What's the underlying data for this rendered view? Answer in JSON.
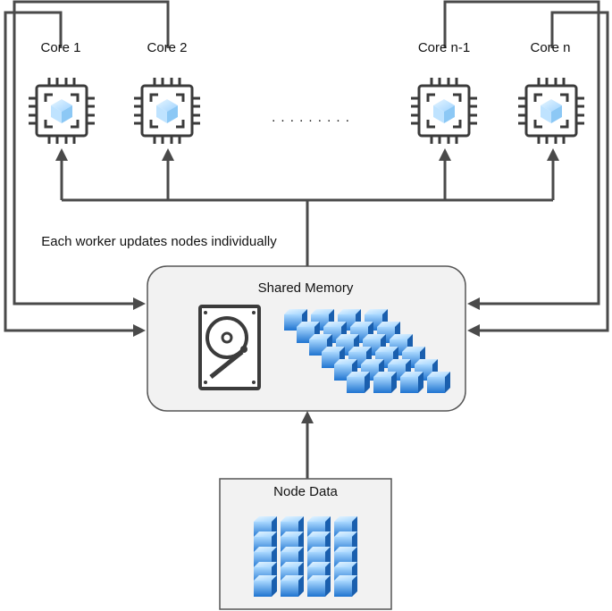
{
  "cores": [
    {
      "label": "Core 1"
    },
    {
      "label": "Core 2"
    },
    {
      "label": "Core n-1"
    },
    {
      "label": "Core n"
    }
  ],
  "ellipsis": ". . . . . . . . .",
  "edge_label": "Each worker updates nodes individually",
  "shared_memory": {
    "title": "Shared Memory"
  },
  "node_data": {
    "title": "Node Data"
  },
  "colors": {
    "wire": "#4a4a4a",
    "box_fill": "#f2f2f2",
    "cube_top": "#cfe9ff",
    "cube_side": "#1f7fd6"
  }
}
